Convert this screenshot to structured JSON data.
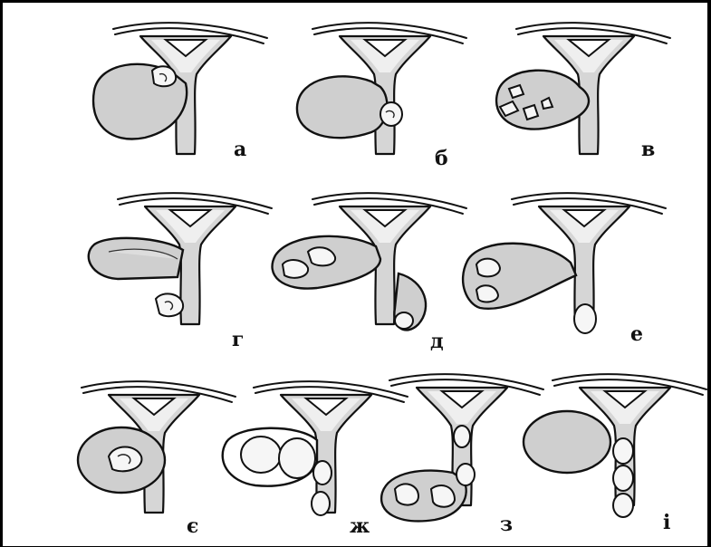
{
  "panels": [
    {
      "id": "a",
      "label": "а"
    },
    {
      "id": "b",
      "label": "б"
    },
    {
      "id": "v",
      "label": "в"
    },
    {
      "id": "h",
      "label": "г"
    },
    {
      "id": "d",
      "label": "д"
    },
    {
      "id": "e",
      "label": "е"
    },
    {
      "id": "ye",
      "label": "є"
    },
    {
      "id": "zh",
      "label": "ж"
    },
    {
      "id": "z",
      "label": "з"
    },
    {
      "id": "i",
      "label": "і"
    }
  ]
}
